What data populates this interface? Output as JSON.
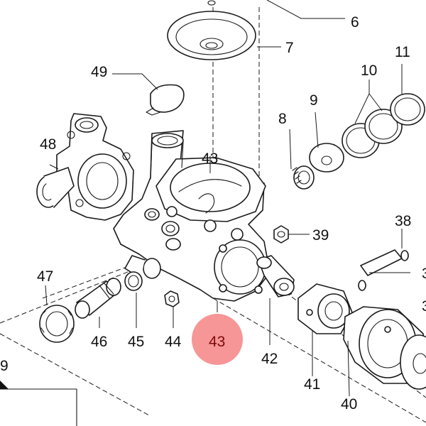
{
  "callouts": {
    "p6": "6",
    "p7": "7",
    "p8": "8",
    "p9": "9",
    "p10": "10",
    "p11": "11",
    "p38": "38",
    "p39": "39",
    "p40": "40",
    "p41": "41",
    "p42": "42",
    "p43": "43",
    "p44": "44",
    "p45": "45",
    "p46": "46",
    "p47": "47",
    "p48": "48",
    "p49": "49",
    "edge_left": "9",
    "edge_right_a": "3",
    "edge_right_b": "3"
  },
  "highlight": {
    "callout": "43",
    "color": "#f26d6d"
  }
}
